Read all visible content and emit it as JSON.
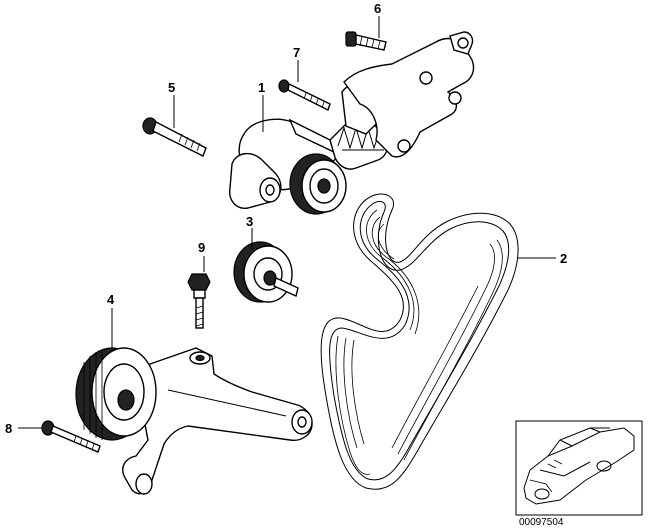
{
  "callouts": [
    {
      "id": "c1",
      "label": "1"
    },
    {
      "id": "c2",
      "label": "2"
    },
    {
      "id": "c3",
      "label": "3"
    },
    {
      "id": "c4",
      "label": "4"
    },
    {
      "id": "c5",
      "label": "5"
    },
    {
      "id": "c6",
      "label": "6"
    },
    {
      "id": "c7",
      "label": "7"
    },
    {
      "id": "c8",
      "label": "8"
    },
    {
      "id": "c9",
      "label": "9"
    }
  ],
  "reference_number": "00097504"
}
